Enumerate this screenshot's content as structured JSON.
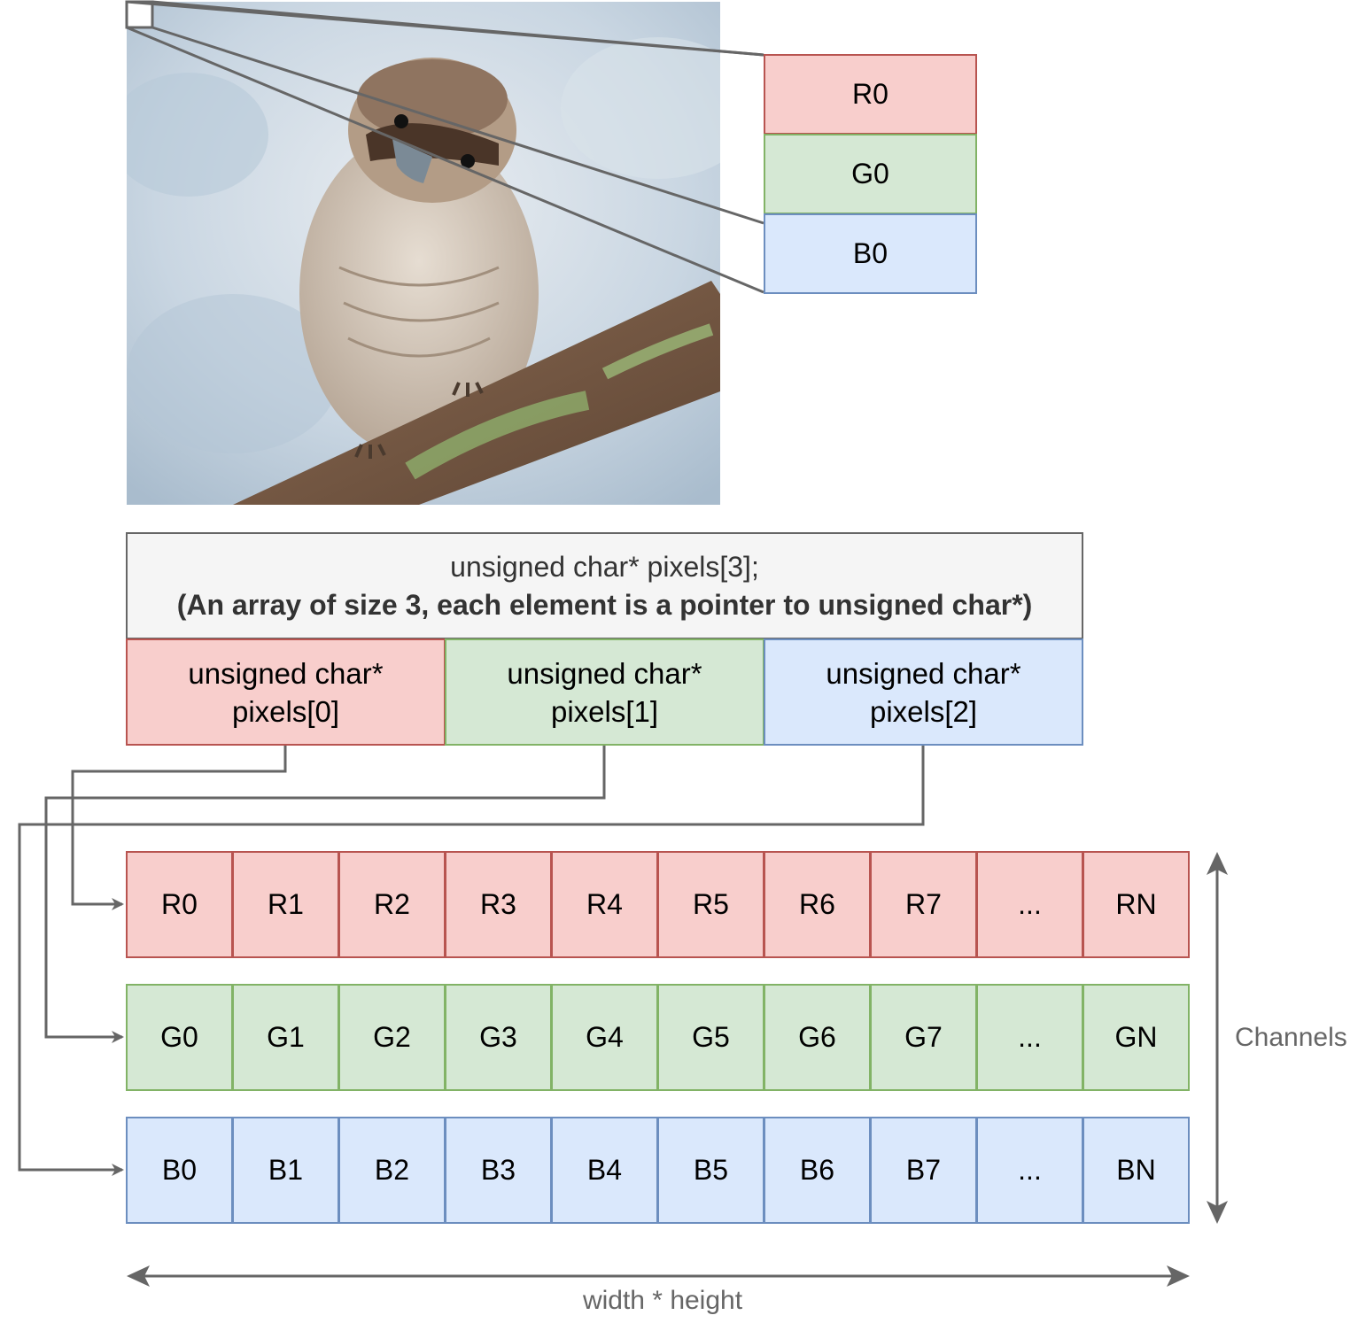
{
  "pixel_zoom": {
    "channels": [
      "R0",
      "G0",
      "B0"
    ]
  },
  "array_decl": {
    "line1": "unsigned char* pixels[3];",
    "line2": "(An array of size 3, each element is a pointer to unsigned char*)"
  },
  "pointers": [
    {
      "line1": "unsigned char*",
      "line2": "pixels[0]"
    },
    {
      "line1": "unsigned char*",
      "line2": "pixels[1]"
    },
    {
      "line1": "unsigned char*",
      "line2": "pixels[2]"
    }
  ],
  "rows": [
    {
      "cells": [
        "R0",
        "R1",
        "R2",
        "R3",
        "R4",
        "R5",
        "R6",
        "R7",
        "...",
        "RN"
      ]
    },
    {
      "cells": [
        "G0",
        "G1",
        "G2",
        "G3",
        "G4",
        "G5",
        "G6",
        "G7",
        "...",
        "GN"
      ]
    },
    {
      "cells": [
        "B0",
        "B1",
        "B2",
        "B3",
        "B4",
        "B5",
        "B6",
        "B7",
        "...",
        "BN"
      ]
    }
  ],
  "axes": {
    "channels_label": "Channels",
    "width_label": "width * height"
  },
  "colors": {
    "red_fill": "#f8cecc",
    "red_stroke": "#b85450",
    "green_fill": "#d5e8d4",
    "green_stroke": "#82b366",
    "blue_fill": "#dae8fc",
    "blue_stroke": "#6c8ebf",
    "connector": "#666666"
  }
}
